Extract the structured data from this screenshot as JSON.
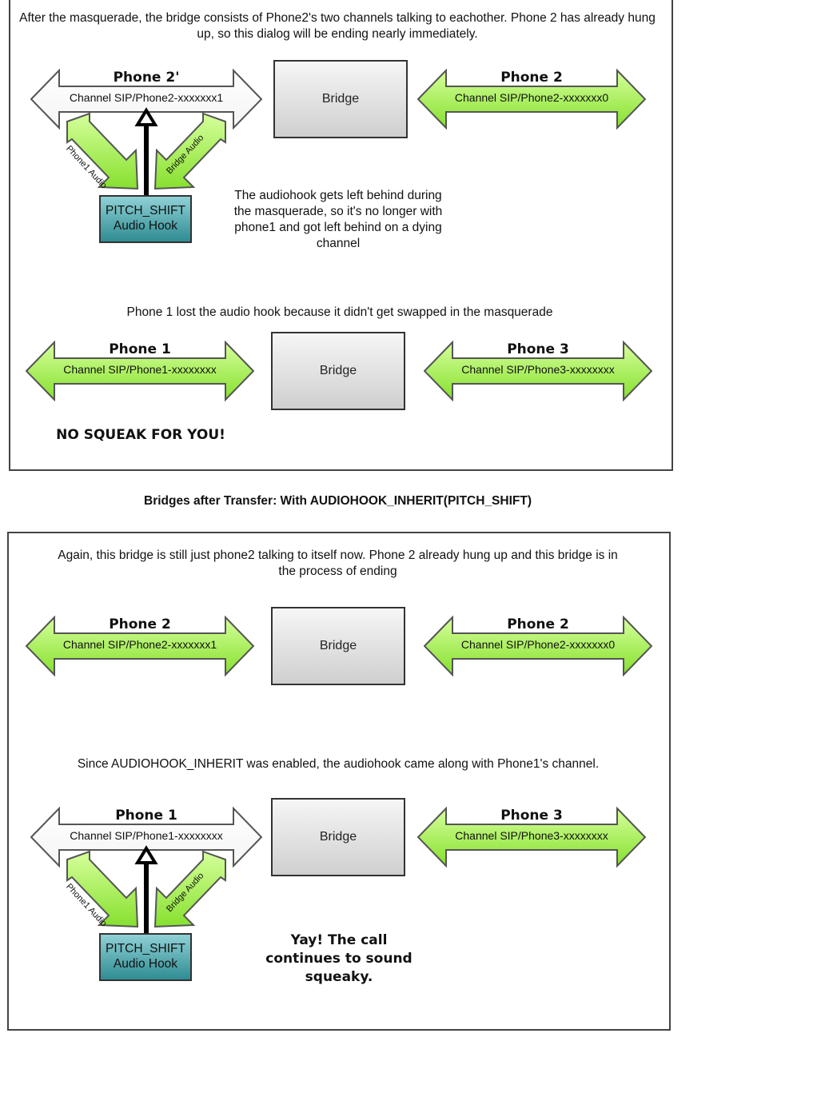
{
  "top_panel": {
    "note1": "After the masquerade, the bridge consists of Phone2's two channels talking to eachother. Phone 2 has already hung up, so this dialog will be ending nearly immediately.",
    "row1": {
      "left": {
        "name": "Phone 2'",
        "channel": "Channel SIP/Phone2-xxxxxxx1"
      },
      "bridge": "Bridge",
      "right": {
        "name": "Phone 2",
        "channel": "Channel SIP/Phone2-xxxxxxx0"
      },
      "hook": {
        "line1": "PITCH_SHIFT",
        "line2": "Audio Hook",
        "left_arrow": "Phone1 Audio",
        "right_arrow": "Bridge Audio"
      }
    },
    "note2": "The audiohook gets left behind during the masquerade, so it's no longer with phone1 and got left behind on a dying channel",
    "note3": "Phone 1 lost the audio hook because it didn't get swapped in the masquerade",
    "row2": {
      "left": {
        "name": "Phone 1",
        "channel": "Channel SIP/Phone1-xxxxxxxx"
      },
      "bridge": "Bridge",
      "right": {
        "name": "Phone 3",
        "channel": "Channel SIP/Phone3-xxxxxxxx"
      }
    },
    "result": "NO SQUEAK FOR YOU!"
  },
  "heading": "Bridges after Transfer: With AUDIOHOOK_INHERIT(PITCH_SHIFT)",
  "bottom_panel": {
    "note1": "Again, this bridge is still just phone2 talking to itself now. Phone 2 already hung up and this bridge is in the process of ending",
    "row1": {
      "left": {
        "name": "Phone 2",
        "channel": "Channel SIP/Phone2-xxxxxxx1"
      },
      "bridge": "Bridge",
      "right": {
        "name": "Phone 2",
        "channel": "Channel SIP/Phone2-xxxxxxx0"
      }
    },
    "note2": "Since AUDIOHOOK_INHERIT was enabled, the audiohook came along with Phone1's channel.",
    "row2": {
      "left": {
        "name": "Phone 1",
        "channel": "Channel SIP/Phone1-xxxxxxxx"
      },
      "bridge": "Bridge",
      "right": {
        "name": "Phone 3",
        "channel": "Channel SIP/Phone3-xxxxxxxx"
      },
      "hook": {
        "line1": "PITCH_SHIFT",
        "line2": "Audio Hook",
        "left_arrow": "Phone1 Audio",
        "right_arrow": "Bridge Audio"
      }
    },
    "result": "Yay! The call continues to sound squeaky."
  },
  "colors": {
    "green_arrow": "#a6f256",
    "white_arrow": "#ffffff",
    "hook": "#3f9aa0",
    "bridge": "#dcdcdc"
  }
}
